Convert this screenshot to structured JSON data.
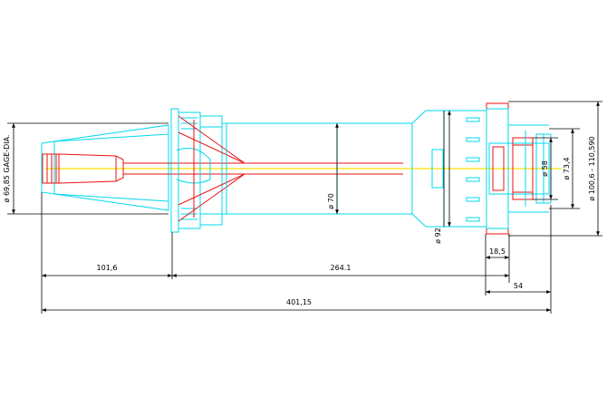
{
  "colors": {
    "outline": "#00d8ee",
    "insert": "#ee1111",
    "centerline": "#ffe100",
    "dimension": "#000000"
  },
  "dimensions": {
    "gauge_dia_label": "ø 69,85  GAGE-DIA.",
    "length_left": "101,6",
    "length_mid": "264.1",
    "length_total": "401,15",
    "dia_body": "ø 70",
    "dia_nose": "ø 92",
    "flange_width": "18,5",
    "front_length": "54",
    "dia_bore": "ø 58",
    "dia_pilot": "ø 73,4",
    "dia_range": "ø 100,6 - 110,590"
  }
}
